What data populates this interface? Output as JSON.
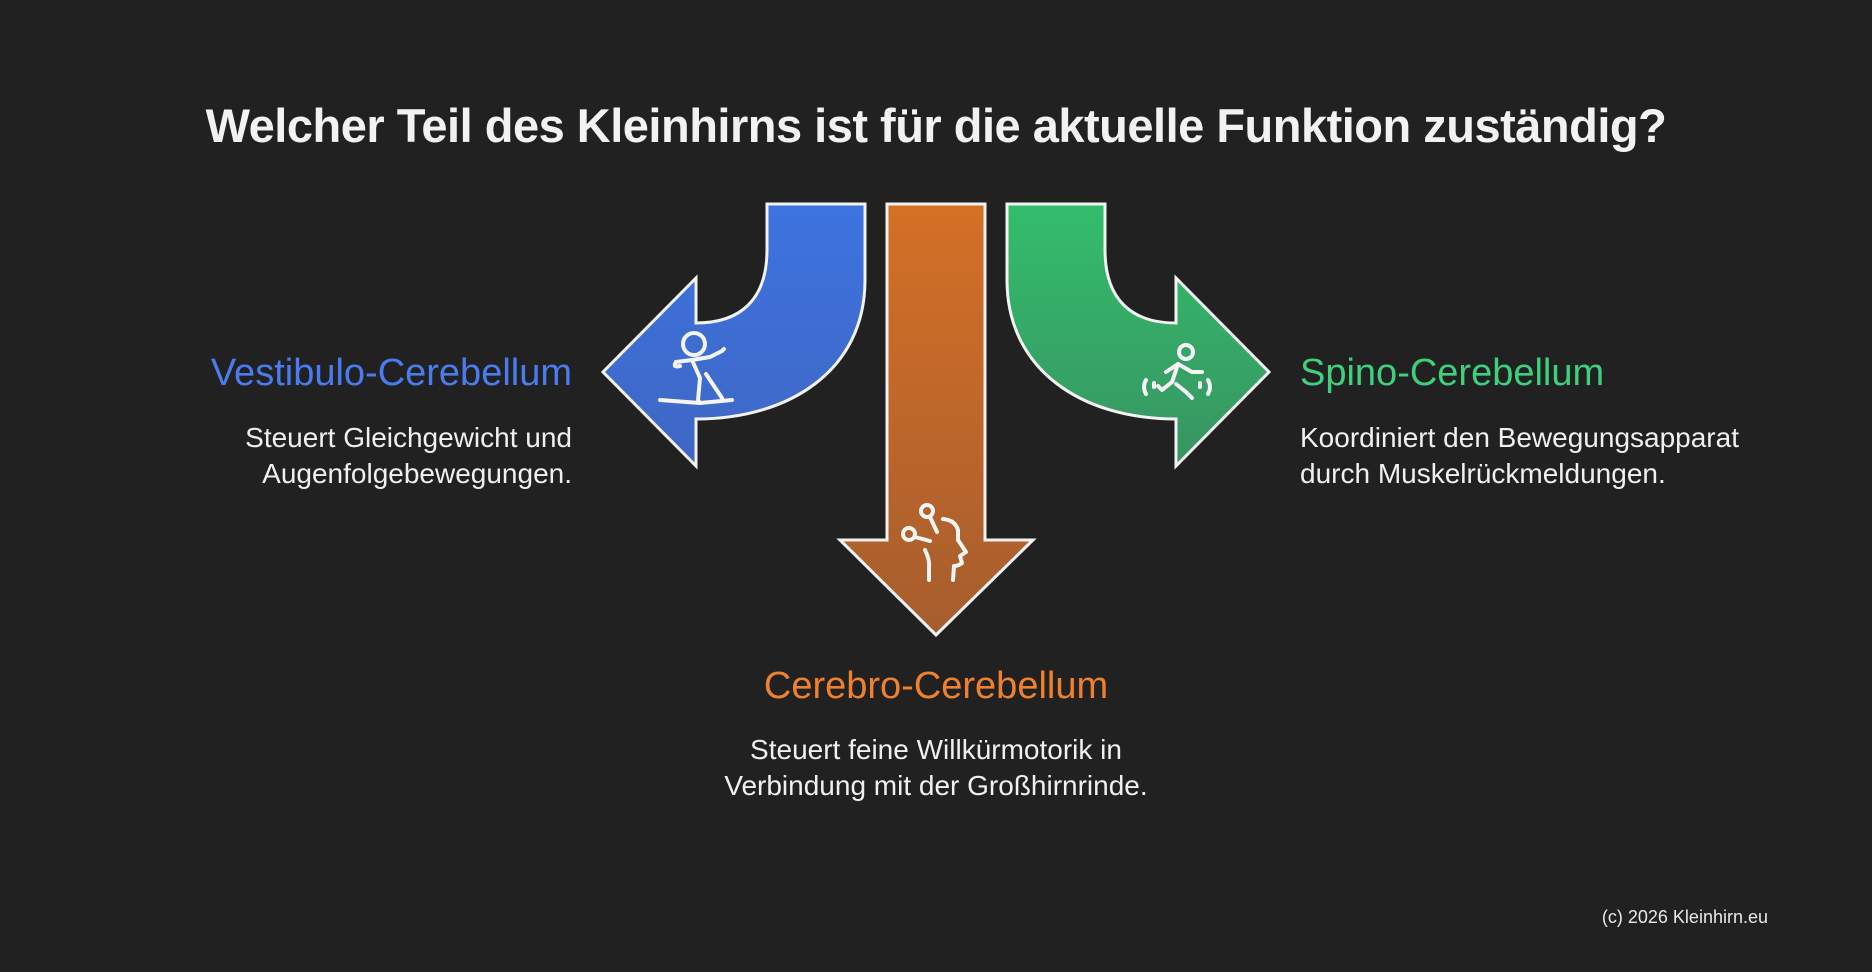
{
  "title": "Welcher Teil des Kleinhirns ist für die aktuelle Funktion zuständig?",
  "colors": {
    "background": "#212121",
    "blue": "#4a7cf0",
    "orange": "#f0812c",
    "green": "#3dd07d",
    "arrow_outline": "#f2f2f2"
  },
  "branches": [
    {
      "id": "vestibulo",
      "direction": "left",
      "heading": "Vestibulo-Cerebellum",
      "description_lines": [
        "Steuert Gleichgewicht und",
        "Augenfolgebewegungen."
      ],
      "icon": "balance-figure-icon",
      "color": "#4a7cf0"
    },
    {
      "id": "cerebro",
      "direction": "down",
      "heading": "Cerebro-Cerebellum",
      "description_lines": [
        "Steuert feine Willkürmotorik in",
        "Verbindung mit der Großhirnrinde."
      ],
      "icon": "head-nodes-icon",
      "color": "#f0812c"
    },
    {
      "id": "spino",
      "direction": "right",
      "heading": "Spino-Cerebellum",
      "description_lines": [
        "Koordiniert den Bewegungsapparat",
        "durch Muskelrückmeldungen."
      ],
      "icon": "running-figure-icon",
      "color": "#3dd07d"
    }
  ],
  "footer": {
    "copyright": "(c) 2026 Kleinhirn.eu"
  }
}
